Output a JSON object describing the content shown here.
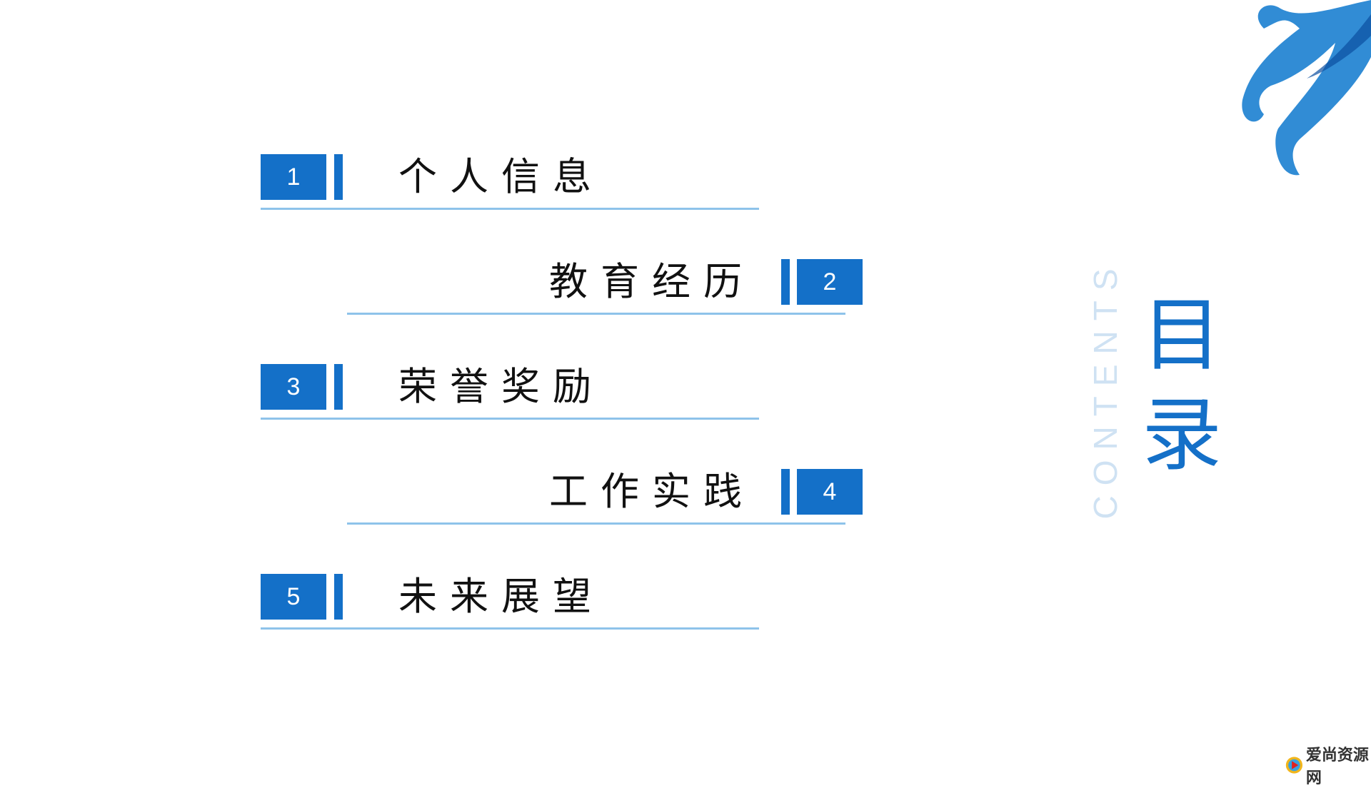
{
  "title": "目录",
  "subtitle": "CONTENTS",
  "items": [
    {
      "number": "1",
      "label": "个人信息"
    },
    {
      "number": "2",
      "label": "教育经历"
    },
    {
      "number": "3",
      "label": "荣誉奖励"
    },
    {
      "number": "4",
      "label": "工作实践"
    },
    {
      "number": "5",
      "label": "未来展望"
    }
  ],
  "watermark": "爱尚资源网",
  "colors": {
    "accent": "#1470c8",
    "line": "#8ec3ea",
    "subtitle": "#cfe2f3"
  },
  "decoration": "blue-watercolor-tentacle"
}
